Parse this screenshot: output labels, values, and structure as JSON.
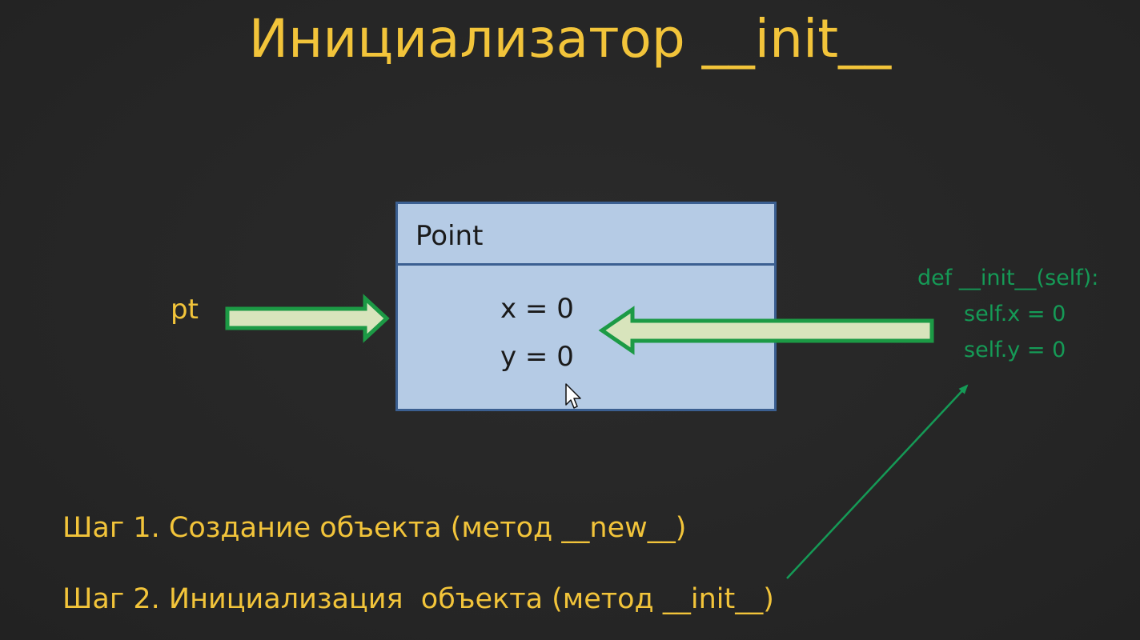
{
  "slide": {
    "title": "Инициализатор __init__",
    "variable_label": "pt",
    "object": {
      "class_name": "Point",
      "attributes": [
        "x = 0",
        "y = 0"
      ]
    },
    "code": {
      "lines": [
        "def __init__(self):",
        "self.x = 0",
        "self.y = 0"
      ]
    },
    "steps": [
      "Шаг 1. Создание объекта (метод __new__)",
      "Шаг 2. Инициализация  объекта (метод __init__)"
    ]
  },
  "colors": {
    "background": "#262626",
    "title_text": "#f2c43a",
    "box_fill": "#b5cbe5",
    "box_border": "#3b5f91",
    "arrow_fill": "#d8e4bc",
    "arrow_stroke": "#1c9a45",
    "code_text": "#159a56"
  },
  "icons": [
    "mouse-cursor-icon"
  ]
}
